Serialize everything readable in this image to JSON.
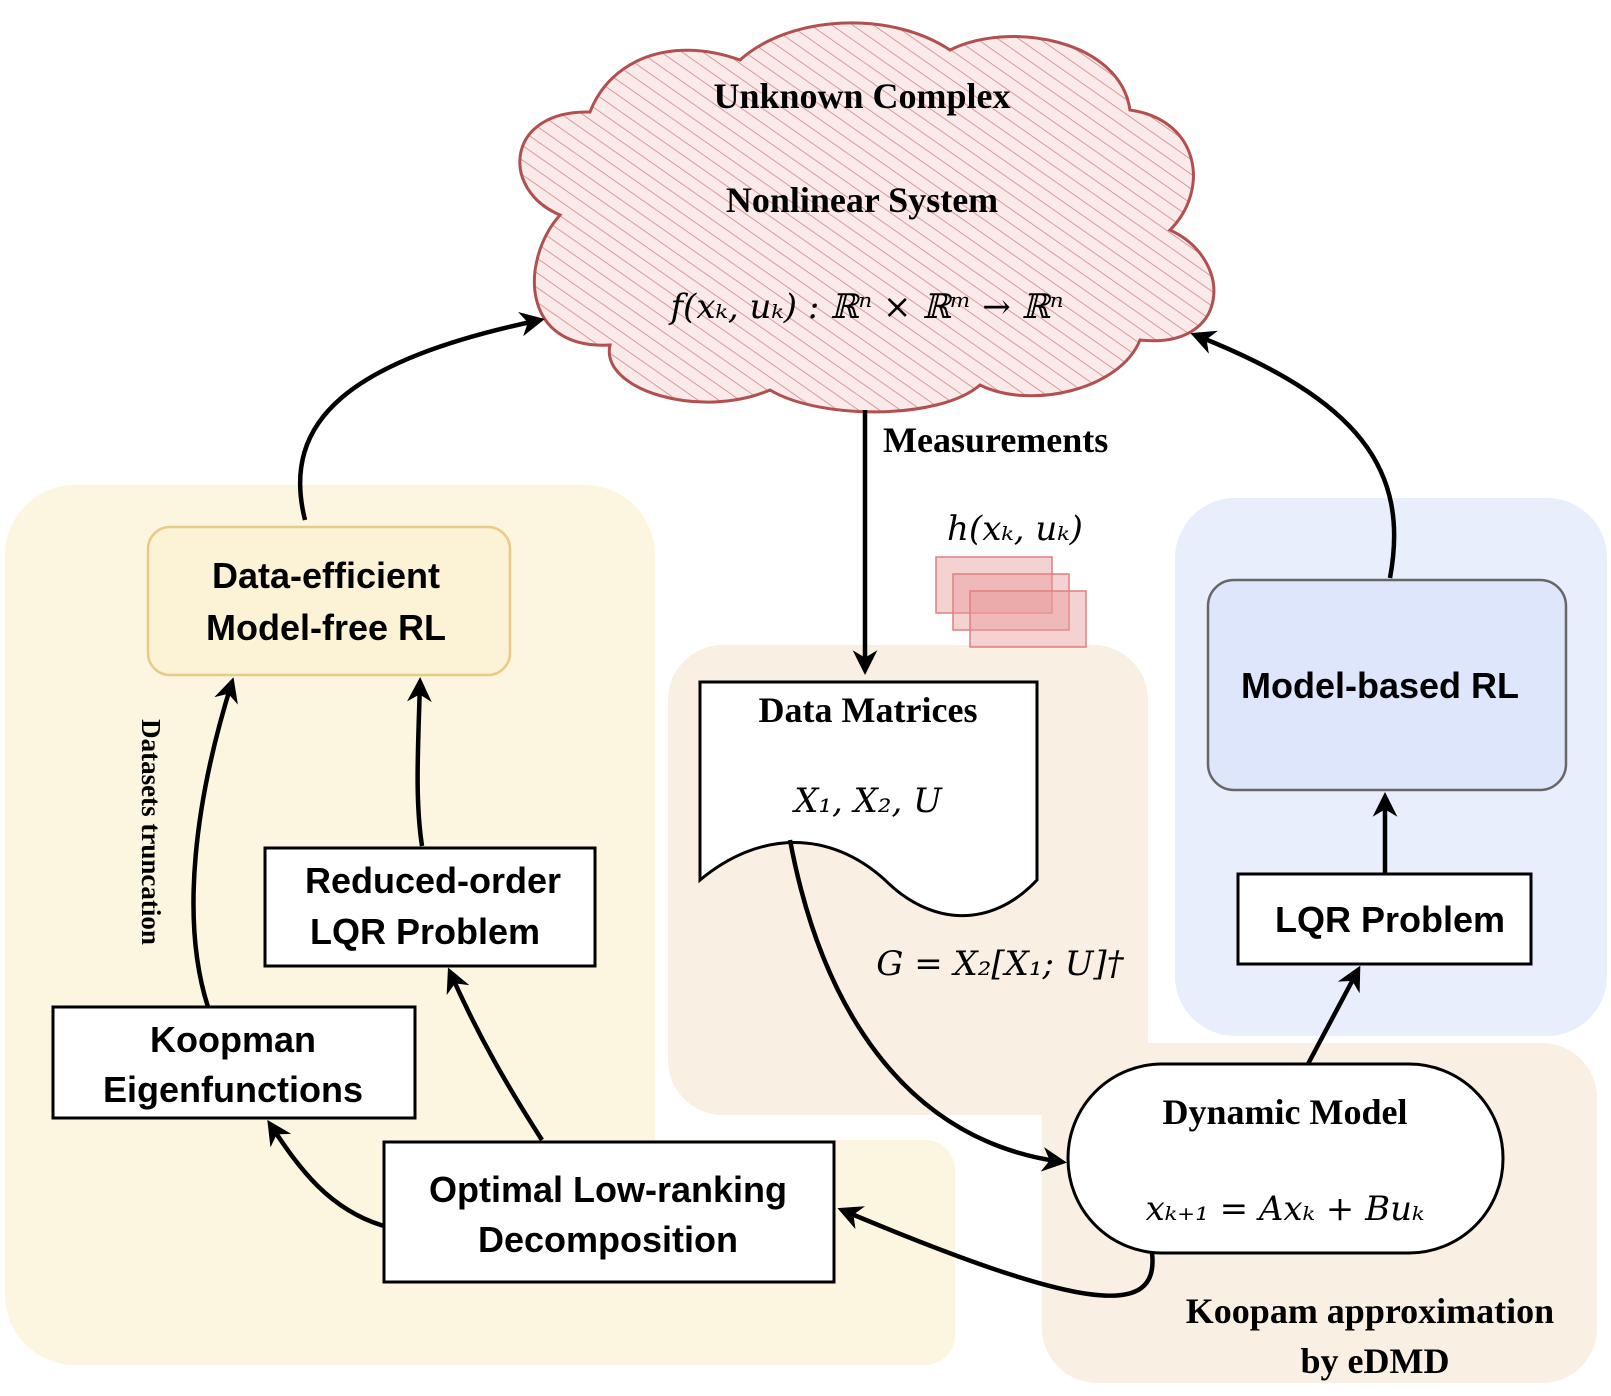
{
  "cloud": {
    "line1": "Unknown Complex",
    "line2": "Nonlinear System",
    "formula": "f(xₖ, uₖ) : ℝⁿ × ℝᵐ → ℝⁿ"
  },
  "measurements": {
    "label": "Measurements",
    "observable": "h(xₖ, uₖ)"
  },
  "data_matrices": {
    "title": "Data Matrices",
    "formula": "X₁, X₂, U"
  },
  "regression": "G = X₂[X₁; U]†",
  "dynamic_model": {
    "title": "Dynamic Model",
    "formula": "xₖ₊₁ = Axₖ + Buₖ"
  },
  "edmd_label": {
    "line1": "Koopam approximation",
    "line2": "by eDMD"
  },
  "model_based_rl": "Model-based RL",
  "lqr_problem": "LQR Problem",
  "model_free_rl": {
    "line1": "Data-efficient",
    "line2": "Model-free RL"
  },
  "datasets_truncation": "Datasets truncation",
  "reduced_lqr": {
    "line1": "Reduced-order",
    "line2": "LQR Problem"
  },
  "koopman_eigen": {
    "line1": "Koopman",
    "line2": "Eigenfunctions"
  },
  "low_rank": {
    "line1": "Optimal Low-ranking",
    "line2": "Decomposition"
  },
  "colors": {
    "yellow_region": "#fcf5df",
    "orange_region": "#f9efe2",
    "blue_region": "#e8eefb",
    "cloud_stroke": "#b05050",
    "cloud_hatch": "#d99a9a",
    "model_free_fill": "#fcf2d6",
    "model_free_stroke": "#e5cc88",
    "model_based_fill": "#dde6fa",
    "observable_fill": "#e89b9b"
  }
}
